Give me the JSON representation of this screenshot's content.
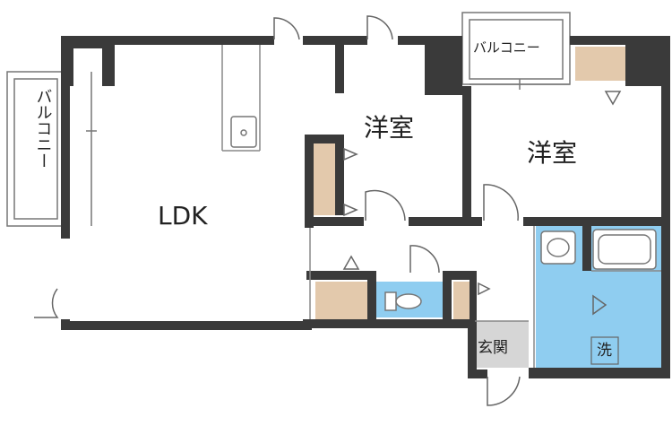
{
  "floorplan": {
    "rooms": {
      "ldk": "LDK",
      "western_room_1": "洋室",
      "western_room_2": "洋室",
      "entrance": "玄関",
      "laundry": "洗",
      "balcony_left": "バルコニー",
      "balcony_top": "バルコニー"
    },
    "colors": {
      "wall": "#3a3a3a",
      "storage": "#e3c9ac",
      "wet_area": "#8fcdf0",
      "entrance_floor": "#d6d6d6",
      "floor": "#ffffff"
    }
  }
}
